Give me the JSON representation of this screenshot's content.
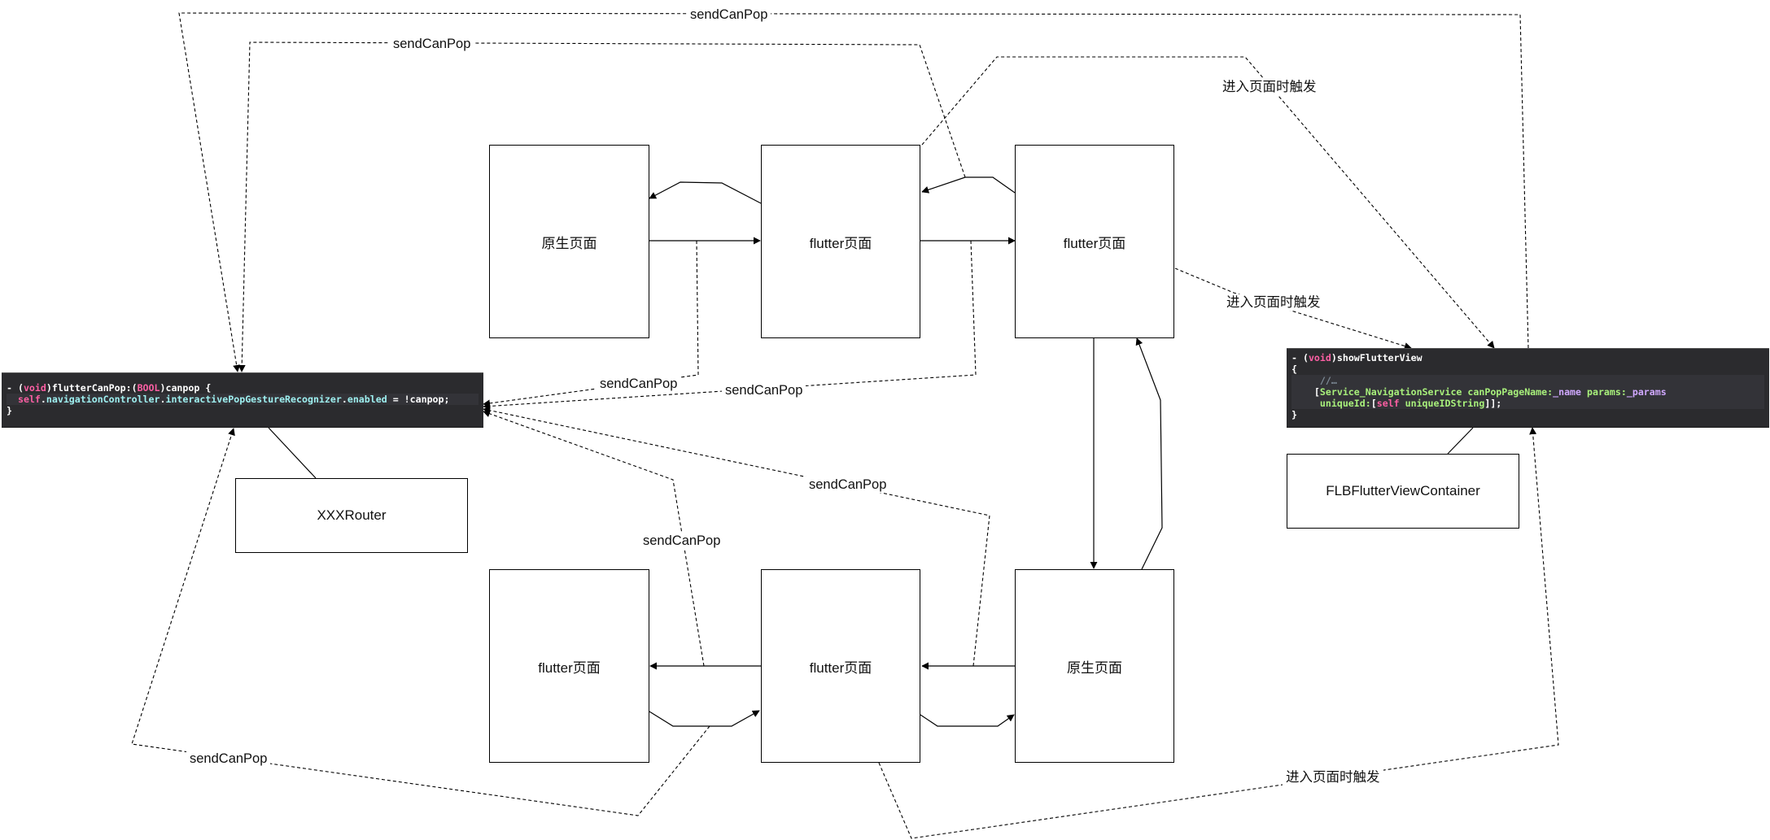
{
  "nodes": {
    "native_top": "原生页面",
    "flutter_top_mid": "flutter页面",
    "flutter_top_right": "flutter页面",
    "flutter_bottom_left": "flutter页面",
    "flutter_bottom_mid": "flutter页面",
    "native_bottom_right": "原生页面",
    "xxx_router": "XXXRouter",
    "flb_container": "FLBFlutterViewContainer"
  },
  "edge_labels": {
    "send_top_outer": "sendCanPop",
    "send_top_inner": "sendCanPop",
    "send_mid_left": "sendCanPop",
    "send_mid_right": "sendCanPop",
    "send_right_diag": "sendCanPop",
    "send_bottom_left_up": "sendCanPop",
    "send_bottom_outer": "sendCanPop",
    "enter_top": "进入页面时触发",
    "enter_mid": "进入页面时触发",
    "enter_bottom": "进入页面时触发"
  },
  "code_left": {
    "l1_a": "- (",
    "l1_void": "void",
    "l1_b": ")flutterCanPop:(",
    "l1_bool": "BOOL",
    "l1_c": ")canpop {",
    "l2_self": "self",
    "l2_dot1": ".",
    "l2_nav": "navigationController",
    "l2_dot2": ".",
    "l2_gesture": "interactivePopGestureRecognizer",
    "l2_dot3": ".",
    "l2_enabled": "enabled",
    "l2_end": " = !canpop;",
    "l3": "}"
  },
  "code_right": {
    "l1_a": "- (",
    "l1_void": "void",
    "l1_b": ")showFlutterView",
    "l2": "{",
    "l3_comment": "//…",
    "l4_a": "[",
    "l4_service": "Service_NavigationService",
    "l4_method": " canPopPageName:",
    "l4_name": "_name",
    "l4_params": " params:",
    "l4_pval": "_params",
    "l5_uid": "uniqueId:",
    "l5_br": "[",
    "l5_self": "self",
    "l5_sel": " uniqueIDString",
    "l5_end": "]];",
    "l6": "}"
  },
  "colors": {
    "code_background": "#2b2b2e",
    "keyword": "#fc5fa3",
    "type": "#d0a8ff",
    "property": "#9ef0f0",
    "method": "#a8f07b",
    "comment": "#7f8c98",
    "line": "#000000"
  }
}
